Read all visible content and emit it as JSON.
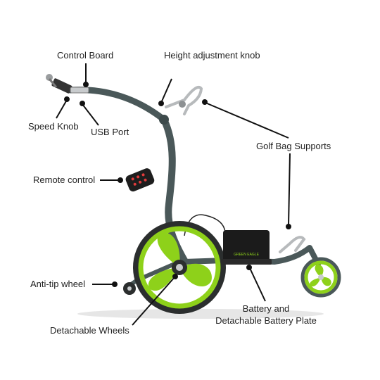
{
  "labels": {
    "control_board": "Control Board",
    "height_knob": "Height adjustment knob",
    "speed_knob": "Speed Knob",
    "usb_port": "USB Port",
    "golf_bag_supports": "Golf Bag Supports",
    "remote_control": "Remote control",
    "anti_tip_wheel": "Anti-tip wheel",
    "detachable_wheels": "Detachable Wheels",
    "battery_line1": "Battery and",
    "battery_line2": "Detachable Battery Plate"
  },
  "product": {
    "brand_text": "GREEN EAGLE"
  },
  "colors": {
    "frame": "#4a5859",
    "wheel_green": "#8ed11a",
    "tire": "#2b2e2e",
    "battery": "#1b1b1b",
    "chrome": "#c8cbcd",
    "leader": "#111111"
  }
}
